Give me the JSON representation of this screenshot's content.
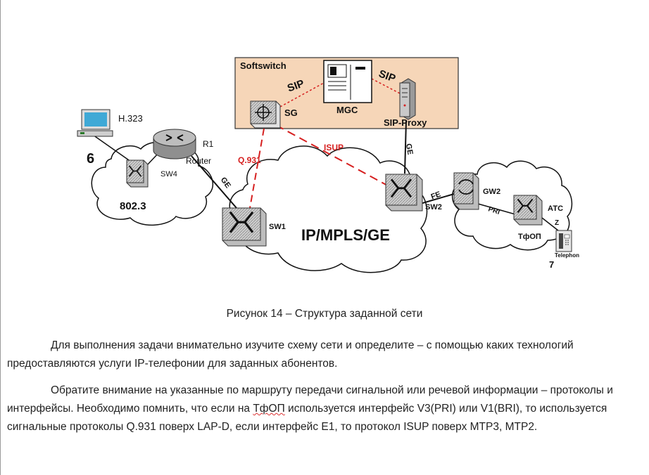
{
  "diagram": {
    "softswitch_title": "Softswitch",
    "sip_left": "SIP",
    "sip_right": "SIP",
    "sg_label": "SG",
    "mgc_label": "MGC",
    "sip_proxy_label": "SIP-Proxy",
    "h323_label": "H.323",
    "subscriber_6": "6",
    "r1_label": "R1",
    "router_label": "Router",
    "sw4_label": "SW4",
    "net_8023_label": "802.3",
    "ge_left": "GE",
    "q931_label": "Q.931",
    "isup_label": "ISUP",
    "ge_right": "GE",
    "sw1_label": "SW1",
    "ipmpls_label": "IP/MPLS/GE",
    "fe_label": "FE",
    "sw2_label": "SW2",
    "gw2_label": "GW2",
    "pri_label": "PRI",
    "atc_label": "АТС",
    "z_label": "Z",
    "tfop_label": "ТфОП",
    "telephon_label": "Telephon",
    "subscriber_7": "7",
    "colors": {
      "softswitch_fill": "#f6d6b8",
      "signal_red": "#d62020"
    }
  },
  "caption": "Рисунок 14 – Структура заданной сети",
  "paragraph1": "Для выполнения задачи внимательно изучите схему сети и определите – с помощью каких технологий предоставляются услуги IP-телефонии для заданных абонентов.",
  "paragraph2": {
    "before": "Обратите внимание на указанные по маршруту передачи сигнальной или речевой информации – протоколы и интерфейсы. Необходимо помнить, что если на ",
    "tfop": "ТфОП",
    "after": " используется интерфейс V3(PRI) или V1(BRI), то используется сигнальные протоколы Q.931 поверх LAP-D, если интерфейс E1, то протокол ISUP поверх MTP3, MTP2."
  }
}
